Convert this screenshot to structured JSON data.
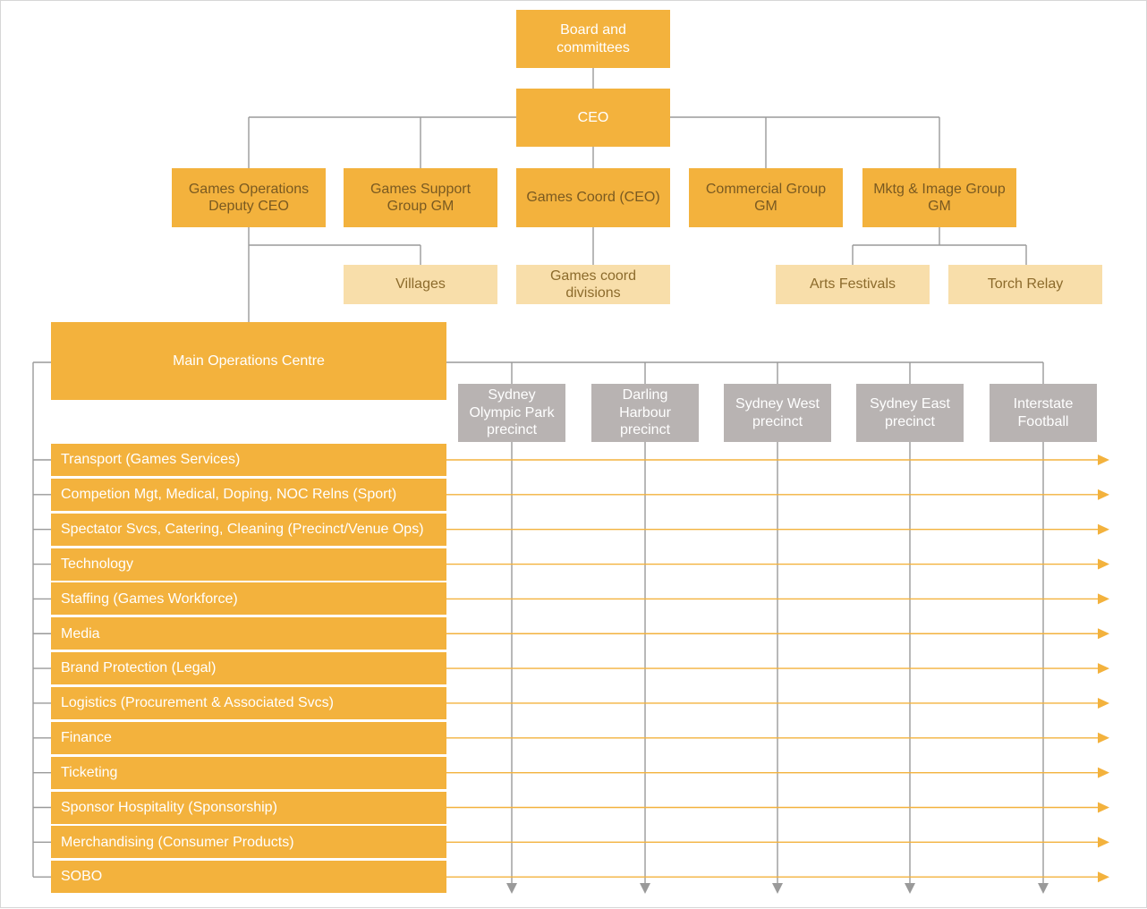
{
  "colors": {
    "box_orange": "#f3b23d",
    "box_light": "#f8deaa",
    "box_grey": "#b8b3b2",
    "connector": "#9a9a9a",
    "arrow": "#f3b23d"
  },
  "org": {
    "board": "Board and\ncommittees",
    "ceo": "CEO",
    "direct_reports": [
      "Games Operations\nDeputy CEO",
      "Games Support\nGroup GM",
      "Games Coord (CEO)",
      "Commercial Group\nGM",
      "Mktg & Image Group\nGM"
    ],
    "sub_units": [
      "Villages",
      "Games coord\ndivisions",
      "Arts Festivals",
      "Torch Relay"
    ]
  },
  "main_operations_centre": "Main Operations Centre",
  "precincts": [
    "Sydney\nOlympic Park\nprecinct",
    "Darling\nHarbour\nprecinct",
    "Sydney West\nprecinct",
    "Sydney East\nprecinct",
    "Interstate\nFootball"
  ],
  "functional_areas": [
    "Transport (Games Services)",
    "Competion Mgt, Medical, Doping, NOC Relns (Sport)",
    "Spectator Svcs, Catering, Cleaning (Precinct/Venue Ops)",
    "Technology",
    "Staffing (Games Workforce)",
    "Media",
    "Brand Protection (Legal)",
    "Logistics (Procurement & Associated Svcs)",
    "Finance",
    "Ticketing",
    "Sponsor Hospitality (Sponsorship)",
    "Merchandising (Consumer Products)",
    "SOBO"
  ]
}
